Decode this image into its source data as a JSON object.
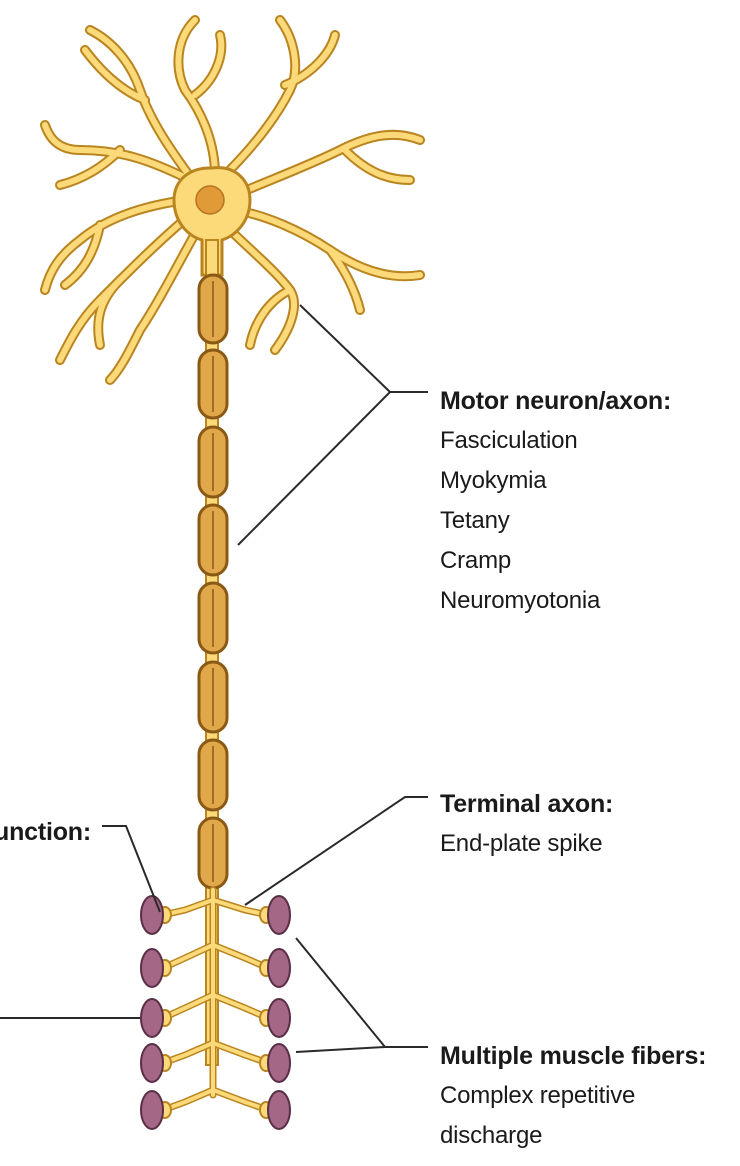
{
  "colors": {
    "cell_fill": "#fcd979",
    "cell_stroke": "#b98520",
    "nucleus": "#e09a38",
    "myelin_fill": "#e0a84a",
    "myelin_stroke": "#8a5a14",
    "muscle_fill": "#a46786",
    "muscle_stroke": "#5a2f45",
    "leader_line": "#2a2a2a",
    "text": "#1a1a1a"
  },
  "labels": {
    "motor_neuron": {
      "heading": "Motor neuron/axon:",
      "items": [
        "Fasciculation",
        "Myokymia",
        "Tetany",
        "Cramp",
        "Neuromyotonia"
      ]
    },
    "terminal_axon": {
      "heading": "Terminal axon:",
      "items": [
        "End-plate spike"
      ]
    },
    "muscle_fibers": {
      "heading": "Multiple muscle fibers:",
      "items": [
        "Complex repetitive",
        "discharge"
      ]
    },
    "neuromuscular_junction": {
      "heading": "unction:"
    }
  }
}
